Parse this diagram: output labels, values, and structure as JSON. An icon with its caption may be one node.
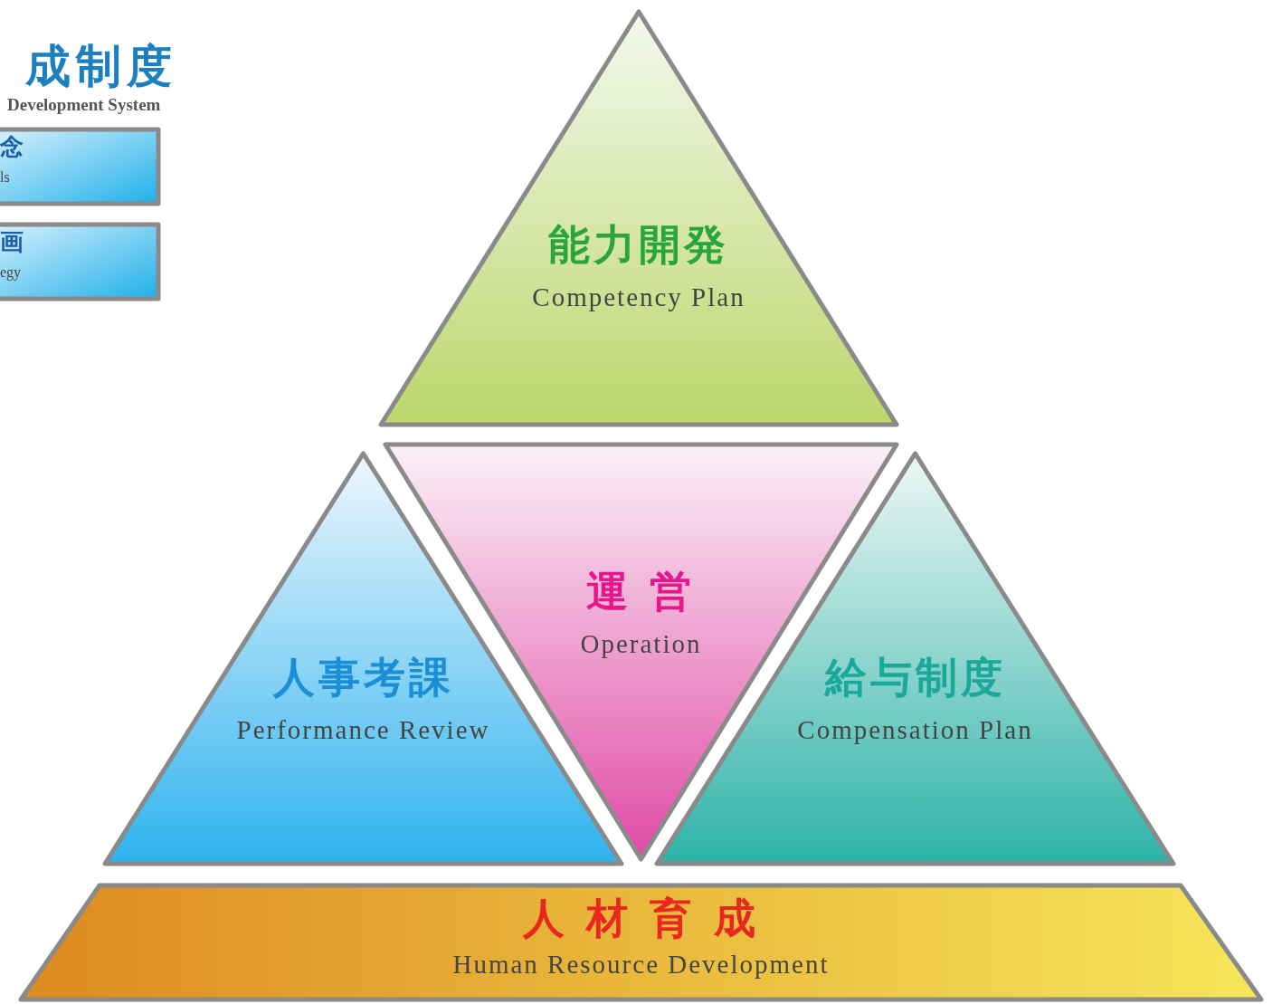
{
  "diagram": {
    "nodes": [
      {
        "text": [
          "念",
          "ls"
        ]
      },
      {
        "text": [
          "画",
          "egy"
        ]
      },
      {
        "text": [
          "能力開発",
          "Competency Plan"
        ]
      },
      {
        "text": [
          "人事考課",
          "Performance Review"
        ]
      },
      {
        "text": [
          "運 営",
          "Operation"
        ]
      },
      {
        "text": [
          "給与制度",
          "Compensation Plan"
        ]
      },
      {
        "text": [
          "人 材 育 成",
          "Human Resource Development"
        ]
      }
    ],
    "labels": [
      "成制度",
      "Development System"
    ]
  }
}
